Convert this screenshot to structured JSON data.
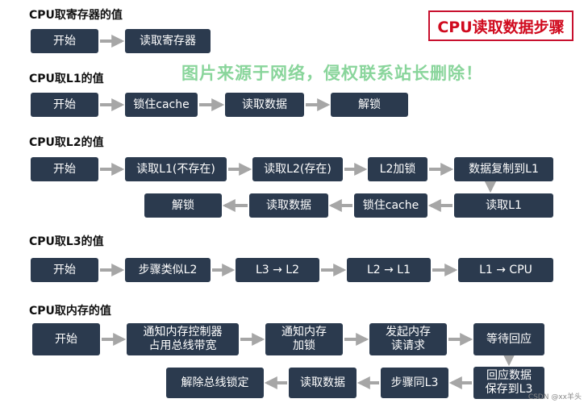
{
  "title_badge": "CPU读取数据步骤",
  "watermark": "图片来源于网络，侵权联系站长删除！",
  "credit": "CSDN @xx羊头",
  "colors": {
    "box_fill": "#2b3a4e",
    "box_text": "#ffffff",
    "arrow": "#a6a6a6",
    "badge_red": "#c8102e",
    "watermark_green": "#62c77a"
  },
  "sections": [
    {
      "heading": "CPU取寄存器的值",
      "steps": [
        "开始",
        "读取寄存器"
      ]
    },
    {
      "heading": "CPU取L1的值",
      "steps": [
        "开始",
        "锁住cache",
        "读取数据",
        "解锁"
      ]
    },
    {
      "heading": "CPU取L2的值",
      "steps": [
        "开始",
        "读取L1(不存在)",
        "读取L2(存在)",
        "L2加锁",
        "数据复制到L1",
        "读取L1",
        "锁住cache",
        "读取数据",
        "解锁"
      ]
    },
    {
      "heading": "CPU取L3的值",
      "steps": [
        "开始",
        "步骤类似L2",
        "L3 → L2",
        "L2 → L1",
        "L1 → CPU"
      ]
    },
    {
      "heading": "CPU取内存的值",
      "steps": [
        "开始",
        "通知内存控制器\n占用总线带宽",
        "通知内存\n加锁",
        "发起内存\n读请求",
        "等待回应",
        "回应数据\n保存到L3",
        "步骤同L3",
        "读取数据",
        "解除总线锁定"
      ]
    }
  ]
}
